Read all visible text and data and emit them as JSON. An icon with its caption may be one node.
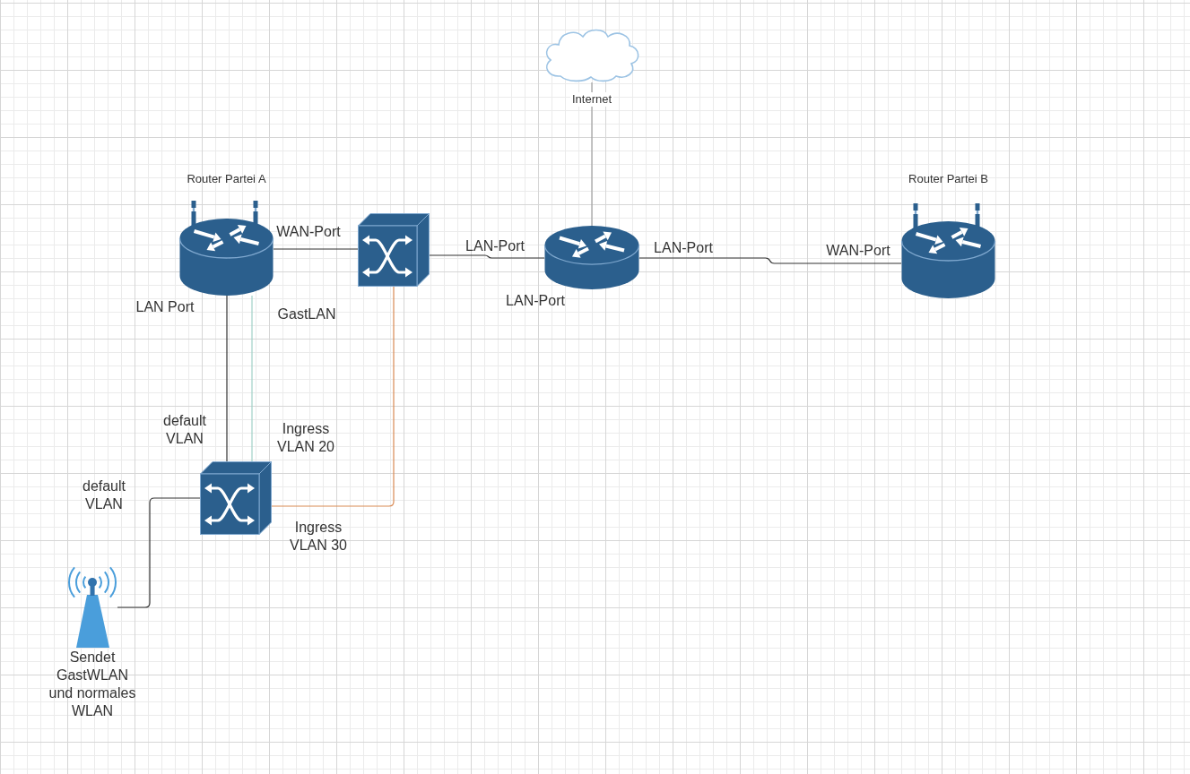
{
  "diagram": {
    "nodes": [
      {
        "text": [],
        "shape": "cloud"
      },
      {
        "text": [
          "Router Partei A"
        ]
      },
      {
        "text": [],
        "shape": "switch"
      },
      {
        "text": [],
        "shape": "router"
      },
      {
        "text": [
          "Router Partei B"
        ]
      },
      {
        "text": [],
        "shape": "switch"
      },
      {
        "text": [],
        "shape": "antenna",
        "beside": [
          "Sendet GastWLAN und normales WLAN"
        ]
      }
    ],
    "edges": [
      {
        "from": 0,
        "to": 3,
        "arrow": "none",
        "label": "Internet",
        "color": "#9e9e9e"
      },
      {
        "from": 1,
        "to": 2,
        "arrow": "none"
      },
      {
        "from": 2,
        "to": 3,
        "arrow": "none"
      },
      {
        "from": 3,
        "to": 4,
        "arrow": "none"
      },
      {
        "from": 1,
        "to": 5,
        "arrow": "none"
      },
      {
        "from": 1,
        "to": 5,
        "arrow": "none",
        "color": "#9fd0c6"
      },
      {
        "from": 2,
        "to": 5,
        "arrow": "none",
        "color": "#d98b55"
      },
      {
        "from": 5,
        "to": 6,
        "arrow": "none"
      }
    ],
    "labels": [
      "WAN-Port",
      "LAN-Port",
      "LAN-Port",
      "WAN-Port",
      "LAN-Port",
      "LAN Port",
      "GastLAN",
      "default VLAN",
      "Ingress VLAN 20",
      "default VLAN",
      "Ingress VLAN 30"
    ]
  }
}
